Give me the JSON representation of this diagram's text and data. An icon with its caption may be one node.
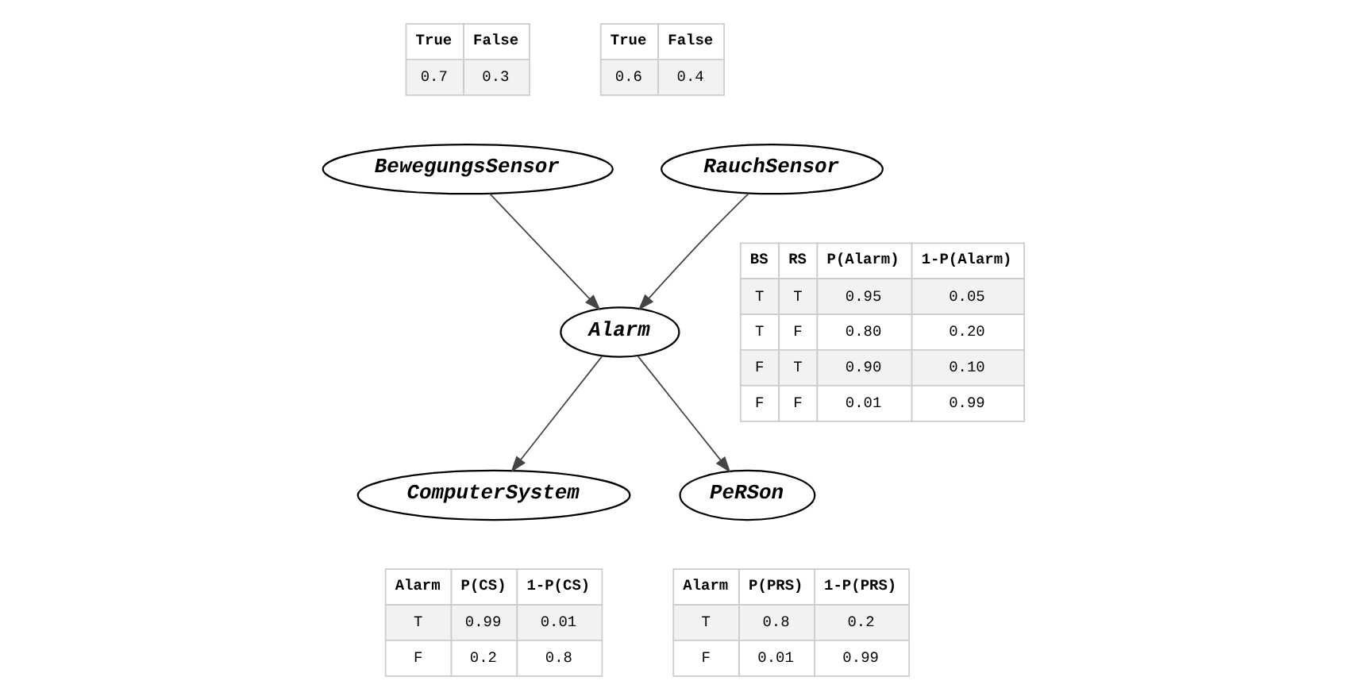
{
  "diagram": {
    "nodes": [
      {
        "text": [
          "BewegungsSensor"
        ]
      },
      {
        "text": [
          "RauchSensor"
        ]
      },
      {
        "text": [
          "Alarm"
        ]
      },
      {
        "text": [
          "ComputerSystem"
        ]
      },
      {
        "text": [
          "PeRSon"
        ]
      }
    ],
    "edges": [
      {
        "from": 0,
        "to": 2,
        "arrow": "to"
      },
      {
        "from": 1,
        "to": 2,
        "arrow": "to"
      },
      {
        "from": 2,
        "to": 3,
        "arrow": "to"
      },
      {
        "from": 2,
        "to": 4,
        "arrow": "to"
      }
    ],
    "labels": [
      "True",
      "False",
      "0.7",
      "0.3",
      "True",
      "False",
      "0.6",
      "0.4",
      "BS",
      "RS",
      "P(Alarm)",
      "1-P(Alarm)",
      "T",
      "T",
      "0.95",
      "0.05",
      "T",
      "F",
      "0.80",
      "0.20",
      "F",
      "T",
      "0.90",
      "0.10",
      "F",
      "F",
      "0.01",
      "0.99",
      "Alarm",
      "P(CS)",
      "1-P(CS)",
      "T",
      "0.99",
      "0.01",
      "F",
      "0.2",
      "0.8",
      "Alarm",
      "P(PRS)",
      "1-P(PRS)",
      "T",
      "0.8",
      "0.2",
      "F",
      "0.01",
      "0.99"
    ]
  }
}
